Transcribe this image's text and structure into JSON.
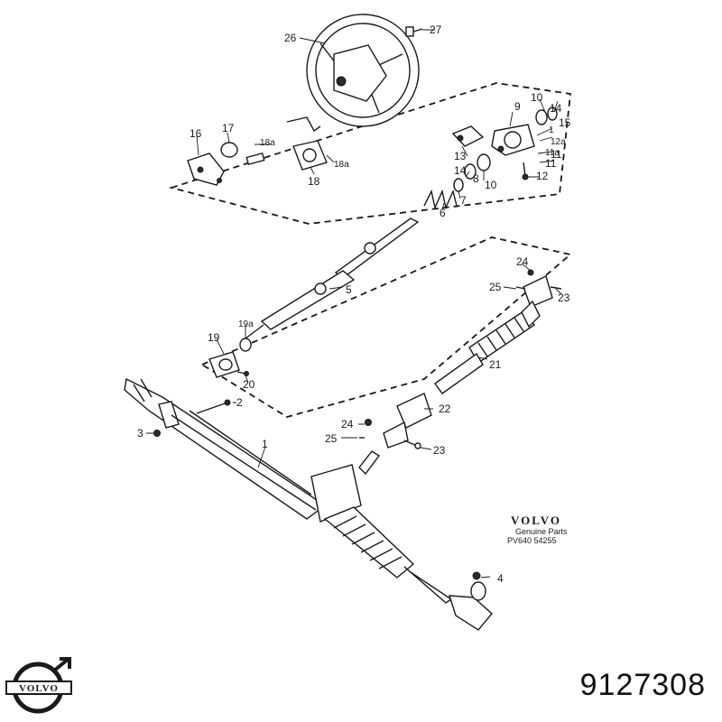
{
  "labels": {
    "l1": "1",
    "l2": "2",
    "l3": "3",
    "l4": "4",
    "l5": "5",
    "l6": "6",
    "l7": "7",
    "l8": "8",
    "l9": "9",
    "l10a": "10",
    "l10b": "10",
    "l11": "11",
    "l11a": "11a",
    "l12": "12",
    "l12a": "12a",
    "l13": "13",
    "l14": "14",
    "l15": "15",
    "l16": "16",
    "l17": "17",
    "l18": "18",
    "l18a_1": "18a",
    "l18a_2": "18a",
    "l19": "19",
    "l19a": "19a",
    "l20": "20",
    "l21": "21",
    "l22": "22",
    "l23a": "23",
    "l23b": "23",
    "l24a": "24",
    "l24b": "24",
    "l25a": "25",
    "l25b": "25",
    "l26": "26",
    "l27": "27"
  },
  "genuine_parts": {
    "brand": "VOLVO",
    "line1": "Genuine Parts",
    "code": "PV640  54255"
  },
  "logo": {
    "text": "VOLVO",
    "color": "#1a1a1a"
  },
  "part_number": "9127308",
  "colors": {
    "ink": "#1a1a1a",
    "background": "#ffffff"
  }
}
